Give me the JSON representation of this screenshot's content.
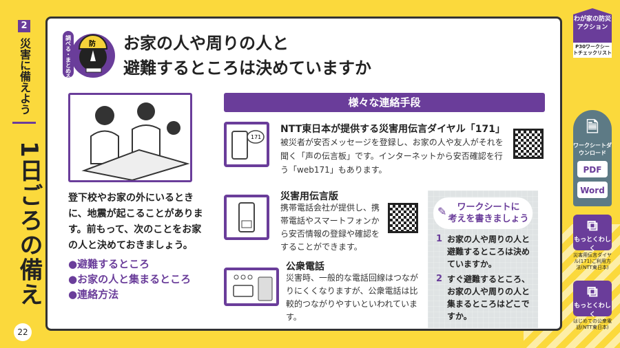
{
  "sidebar": {
    "chapter_number": "2",
    "chapter_title": "災害に備えよう",
    "section_title": "1日ごろの備え",
    "page_number": "22"
  },
  "header": {
    "badge": "調べる・まとめる",
    "mascot_helmet": "防",
    "title_line1": "お家の人や周りの人と",
    "title_line2": "避難するところは決めていますか"
  },
  "left": {
    "paragraph": "登下校やお家の外にいるときに、地震が起こることがあります。前もって、次のことをお家の人と決めておきましょう。",
    "bullets": [
      "●避難するところ",
      "●お家の人と集まるところ",
      "●連絡方法"
    ]
  },
  "contacts": {
    "heading": "様々な連絡手段",
    "items": [
      {
        "title": "NTT東日本が提供する災害用伝言ダイヤル「171」",
        "body": "被災者が安否メッセージを登録し、お家の人や友人がそれを聞く「声の伝言板」です。インターネットから安否確認を行う「web171」もあります。",
        "icon_label": "171"
      },
      {
        "title": "災害用伝言版",
        "body": "携帯電話会社が提供し、携帯電話やスマートフォンから安否情報の登録や確認をすることができます。"
      },
      {
        "title": "公衆電話",
        "body": "災害時、一般的な電話回線はつながりにくくなりますが、公衆電話は比較的つながりやすいといわれています。"
      }
    ]
  },
  "worksheet": {
    "heading_line1": "ワークシートに",
    "heading_line2": "考えを書きましょう",
    "questions": [
      {
        "n": "1",
        "text": "お家の人や周りの人と避難するところは決めていますか。"
      },
      {
        "n": "2",
        "text": "すぐ避難するところ、お家の人や周りの人と集まるところはどこですか。"
      }
    ]
  },
  "right_nav": {
    "action_title": "わが家の防災アクション",
    "action_sub": "P30ワークシートチェックリスト",
    "download_label": "ワークシートダウンロード",
    "pdf": "PDF",
    "word": "Word",
    "more1_label": "もっとくわしく",
    "more1_sub": "災害用伝言ダイヤル(171)ご利用方法(NTT東日本)",
    "more2_label": "もっとくわしく",
    "more2_sub": "はじめての公衆電話(NTT東日本)"
  },
  "colors": {
    "accent": "#6a3d9a",
    "background": "#fbd93c",
    "download": "#5d7a85"
  }
}
